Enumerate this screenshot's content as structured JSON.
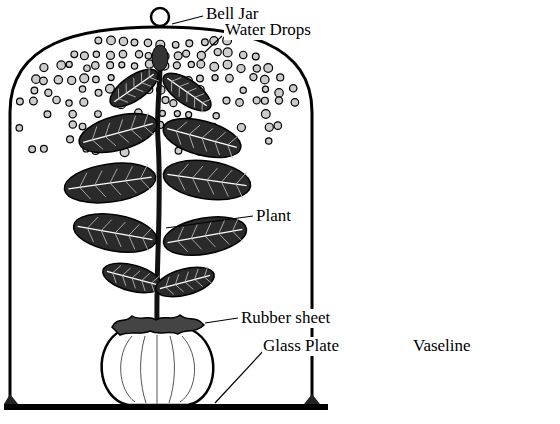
{
  "diagram": {
    "labels": [
      "Bell Jar",
      "Water Drops",
      "Plant",
      "Rubber sheet",
      "Glass Plate",
      "Vaseline"
    ]
  }
}
